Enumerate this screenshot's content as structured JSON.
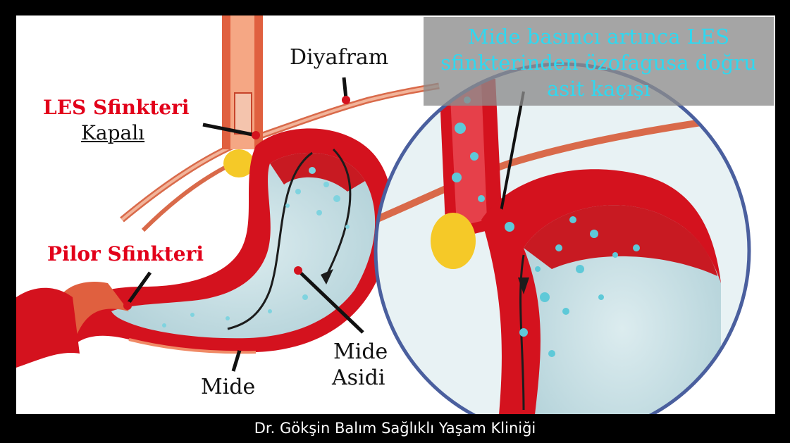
{
  "labels": {
    "diaphragm": "Diyafram",
    "les_title": "LES Sfinkteri",
    "les_state": "Kapalı",
    "pylorus": "Pilor Sfinkteri",
    "stomach": "Mide",
    "acid_line1": "Mide",
    "acid_line2": "Asidi"
  },
  "callout": {
    "line1": "Mide basıncı artınca LES",
    "line2": "sfinkterinden özofagusa doğru",
    "line3": "asit kaçışı"
  },
  "footer": "Dr. Gökşin Balım Sağlıklı Yaşam Kliniği",
  "colors": {
    "frame": "#000000",
    "label_red": "#e2001a",
    "callout_text": "#2fd8f0",
    "callout_bg": "#8c8c8c",
    "magnifier_ring": "#4a5f9e",
    "stomach_red": "#d4121e",
    "acid_blue": "#bcd9df"
  }
}
